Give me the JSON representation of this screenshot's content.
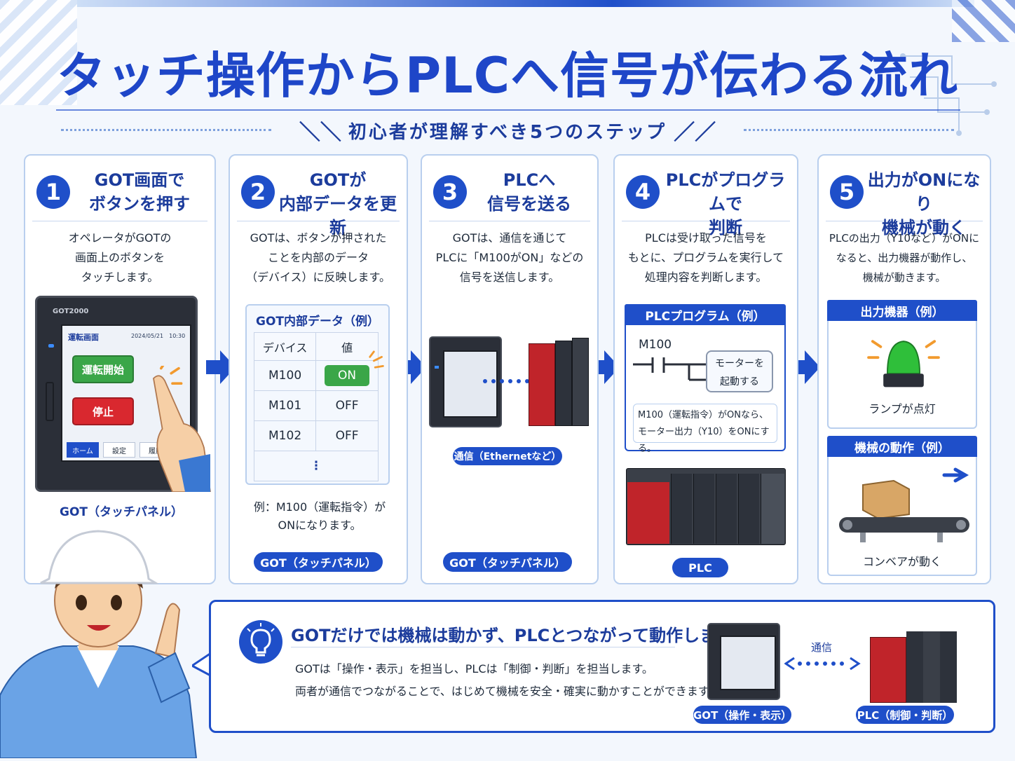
{
  "title": "タッチ操作からPLCへ信号が伝わる流れ",
  "subtitle": "初心者が理解すべき5つのステップ",
  "steps": [
    {
      "num": "1",
      "title": "GOT画面で\nボタンを押す",
      "desc": "オペレータがGOTの\n画面上のボタンを\nタッチします。",
      "screen": {
        "brand": "GOT2000",
        "screen_title": "運転画面",
        "datetime": "2024/05/21　10:30",
        "start_label": "運転開始",
        "stop_label": "停止",
        "tabs": [
          "ホーム",
          "設定",
          "履歴"
        ]
      },
      "caption": "GOT（タッチパネル）"
    },
    {
      "num": "2",
      "title": "GOTが\n内部データを更新",
      "desc": "GOTは、ボタンが押された\nことを内部のデータ\n（デバイス）に反映します。",
      "panel_title": "GOT内部データ（例）",
      "table": {
        "headers": [
          "デバイス",
          "値"
        ],
        "rows": [
          {
            "device": "M100",
            "value": "ON"
          },
          {
            "device": "M101",
            "value": "OFF"
          },
          {
            "device": "M102",
            "value": "OFF"
          }
        ],
        "more": "⋮"
      },
      "note_line1": "例：M100（運転指令）が",
      "note_line2": "ONになります。",
      "pill": "GOT（タッチパネル）"
    },
    {
      "num": "3",
      "title": "PLCへ\n信号を送る",
      "desc": "GOTは、通信を通じて\nPLCに「M100がON」などの\n信号を送信します。",
      "comm_pill": "通信（Ethernetなど）",
      "pill": "GOT（タッチパネル）"
    },
    {
      "num": "4",
      "title": "PLCがプログラムで\n判断",
      "desc": "PLCは受け取った信号を\nもとに、プログラムを実行して\n処理内容を判断します。",
      "panel_title": "PLCプログラム（例）",
      "contact_label": "M100",
      "coil_line1": "モーターを",
      "coil_line2": "起動する",
      "note_line1": "M100（運転指令）がONなら、",
      "note_line2": "モーター出力（Y10）をONにする。",
      "pill": "PLC"
    },
    {
      "num": "5",
      "title": "出力がONになり\n機械が動く",
      "desc": "PLCの出力（Y10など）がONに\nなると、出力機器が動作し、\n機械が動きます。",
      "panel1_title": "出力機器（例）",
      "panel1_caption": "ランプが点灯",
      "panel2_title": "機械の動作（例）",
      "panel2_caption": "コンベアが動く"
    }
  ],
  "bottom": {
    "title": "GOTだけでは機械は動かず、PLCとつながって動作します",
    "text": "GOTは「操作・表示」を担当し、PLCは「制御・判断」を担当します。\n両者が通信でつながることで、はじめて機械を安全・確実に動かすことができます。",
    "comm_label": "通信",
    "got_pill": "GOT（操作・表示）",
    "plc_pill": "PLC（制御・判断）"
  },
  "colors": {
    "primary": "#1f4fc9",
    "title": "#1e46c8",
    "on_green": "#3aa648",
    "stop_red": "#d9282f",
    "plc_red": "#c0242a"
  }
}
